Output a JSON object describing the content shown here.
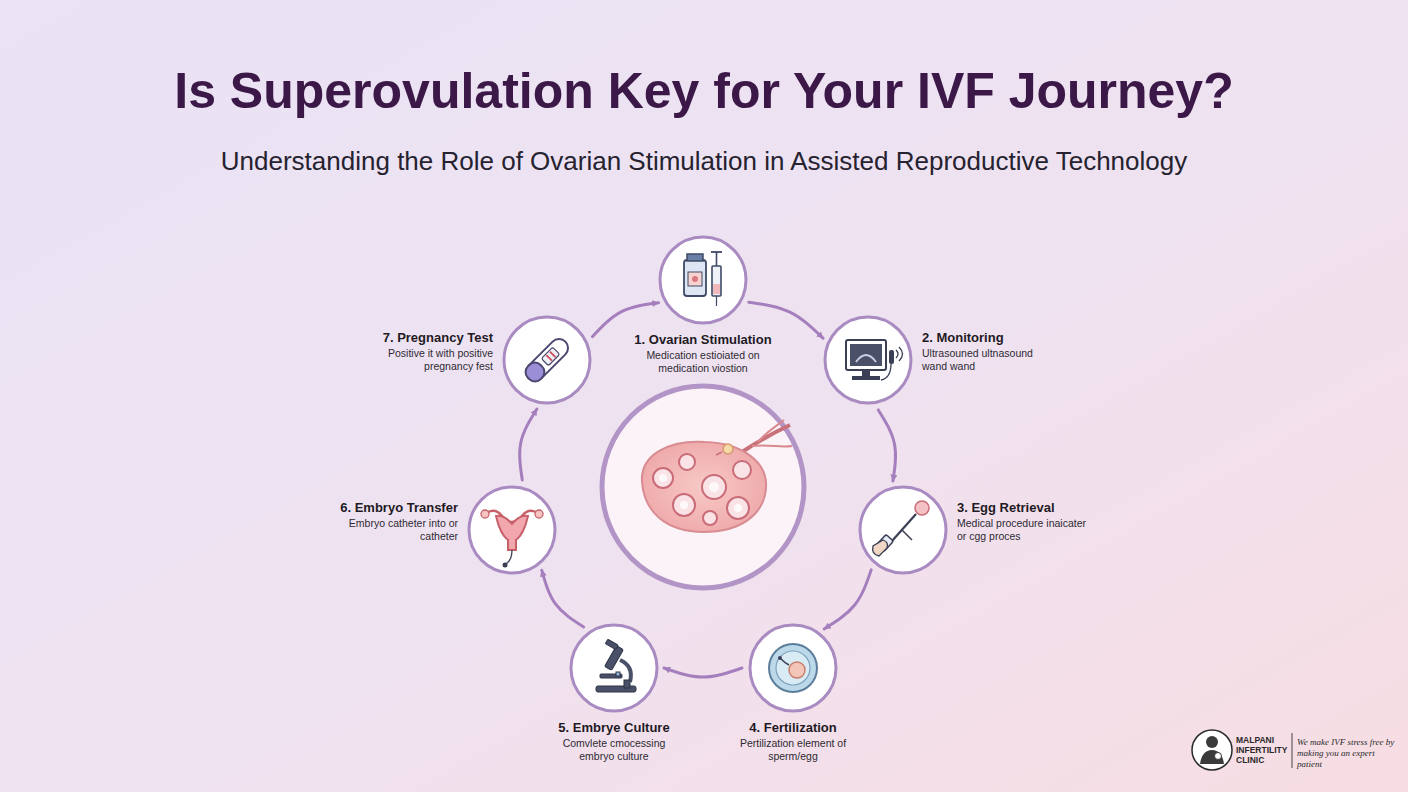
{
  "diagram": {
    "title": "Is Superovulation Key for Your IVF Journey?",
    "nodes": [
      {
        "text": [
          "1. Ovarian Stimulation",
          "Medication estioiated on medication viostion"
        ]
      },
      {
        "text": [
          "2. Monitoring",
          "Ultrasouned ultnasound wand wand"
        ]
      },
      {
        "text": [
          "3. Egg Retrieval",
          "Medical procedure inaicater or cgg proces"
        ]
      },
      {
        "text": [
          "4. Fertilization",
          "Pertilization element of sperm/egg"
        ]
      },
      {
        "text": [
          "5. Embrye Culture",
          "Comvlete cmocessing embryo culture"
        ]
      },
      {
        "text": [
          "6. Embryo Transfer",
          "Embryo catheter into or catheter"
        ]
      },
      {
        "text": [
          "7. Pregnancy Test",
          "Positive it with positive pregnancy fest"
        ]
      }
    ],
    "edges": [
      {
        "from": 0,
        "to": 1,
        "arrow": "to"
      },
      {
        "from": 1,
        "to": 2,
        "arrow": "to"
      },
      {
        "from": 2,
        "to": 3,
        "arrow": "to"
      },
      {
        "from": 3,
        "to": 4,
        "arrow": "to"
      },
      {
        "from": 4,
        "to": 5,
        "arrow": "to"
      },
      {
        "from": 5,
        "to": 6,
        "arrow": "to"
      },
      {
        "from": 6,
        "to": 0,
        "arrow": "to"
      }
    ],
    "labels": [
      "Understanding the Role of Ovarian Stimulation in Assisted Reproductive Technology",
      "MALPANI INFERTILITY CLINIC",
      "We make IVF stress free by making you an expert patient"
    ]
  }
}
